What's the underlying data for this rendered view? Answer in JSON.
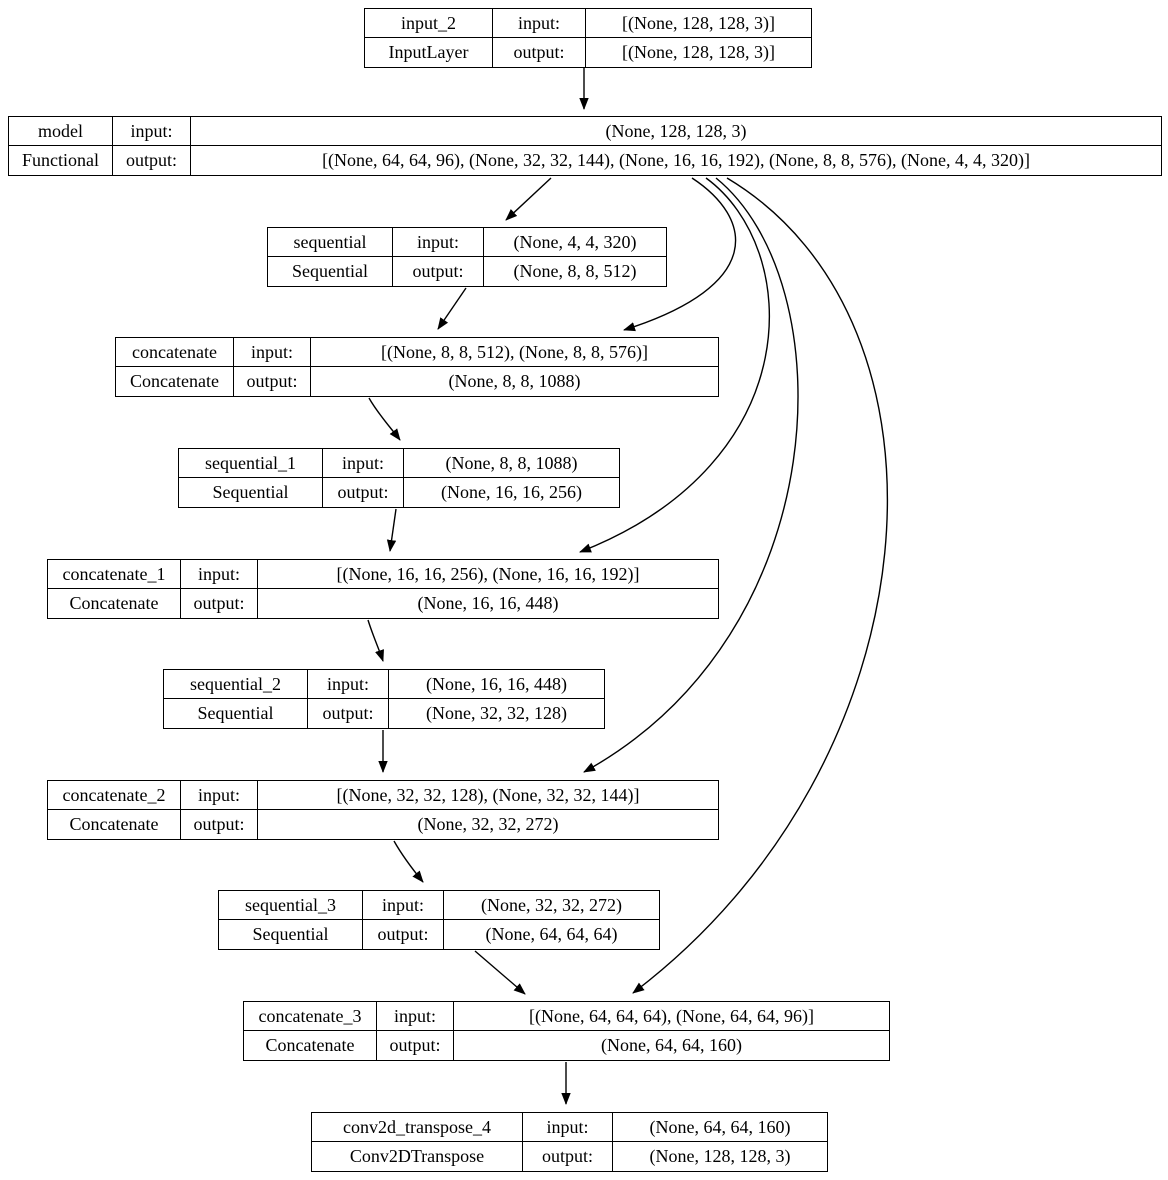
{
  "diagram": {
    "kind": "keras-plot-model-graph",
    "colors": {
      "node_border": "#000000",
      "background": "#ffffff",
      "edge": "#000000"
    },
    "labels": {
      "input": "input:",
      "output": "output:"
    },
    "nodes": [
      {
        "name": "input_2",
        "class": "InputLayer",
        "input": "[(None, 128, 128, 3)]",
        "output": "[(None, 128, 128, 3)]"
      },
      {
        "name": "model",
        "class": "Functional",
        "input": "(None, 128, 128, 3)",
        "output": "[(None, 64, 64, 96), (None, 32, 32, 144), (None, 16, 16, 192), (None, 8, 8, 576), (None, 4, 4, 320)]"
      },
      {
        "name": "sequential",
        "class": "Sequential",
        "input": "(None, 4, 4, 320)",
        "output": "(None, 8, 8, 512)"
      },
      {
        "name": "concatenate",
        "class": "Concatenate",
        "input": "[(None, 8, 8, 512), (None, 8, 8, 576)]",
        "output": "(None, 8, 8, 1088)"
      },
      {
        "name": "sequential_1",
        "class": "Sequential",
        "input": "(None, 8, 8, 1088)",
        "output": "(None, 16, 16, 256)"
      },
      {
        "name": "concatenate_1",
        "class": "Concatenate",
        "input": "[(None, 16, 16, 256), (None, 16, 16, 192)]",
        "output": "(None, 16, 16, 448)"
      },
      {
        "name": "sequential_2",
        "class": "Sequential",
        "input": "(None, 16, 16, 448)",
        "output": "(None, 32, 32, 128)"
      },
      {
        "name": "concatenate_2",
        "class": "Concatenate",
        "input": "[(None, 32, 32, 128), (None, 32, 32, 144)]",
        "output": "(None, 32, 32, 272)"
      },
      {
        "name": "sequential_3",
        "class": "Sequential",
        "input": "(None, 32, 32, 272)",
        "output": "(None, 64, 64, 64)"
      },
      {
        "name": "concatenate_3",
        "class": "Concatenate",
        "input": "[(None, 64, 64, 64), (None, 64, 64, 96)]",
        "output": "(None, 64, 64, 160)"
      },
      {
        "name": "conv2d_transpose_4",
        "class": "Conv2DTranspose",
        "input": "(None, 64, 64, 160)",
        "output": "(None, 128, 128, 3)"
      }
    ],
    "edges": [
      {
        "from": "input_2",
        "to": "model"
      },
      {
        "from": "model",
        "to": "sequential"
      },
      {
        "from": "model",
        "to": "concatenate"
      },
      {
        "from": "model",
        "to": "concatenate_1"
      },
      {
        "from": "model",
        "to": "concatenate_2"
      },
      {
        "from": "model",
        "to": "concatenate_3"
      },
      {
        "from": "sequential",
        "to": "concatenate"
      },
      {
        "from": "concatenate",
        "to": "sequential_1"
      },
      {
        "from": "sequential_1",
        "to": "concatenate_1"
      },
      {
        "from": "concatenate_1",
        "to": "sequential_2"
      },
      {
        "from": "sequential_2",
        "to": "concatenate_2"
      },
      {
        "from": "concatenate_2",
        "to": "sequential_3"
      },
      {
        "from": "sequential_3",
        "to": "concatenate_3"
      },
      {
        "from": "concatenate_3",
        "to": "conv2d_transpose_4"
      }
    ]
  }
}
